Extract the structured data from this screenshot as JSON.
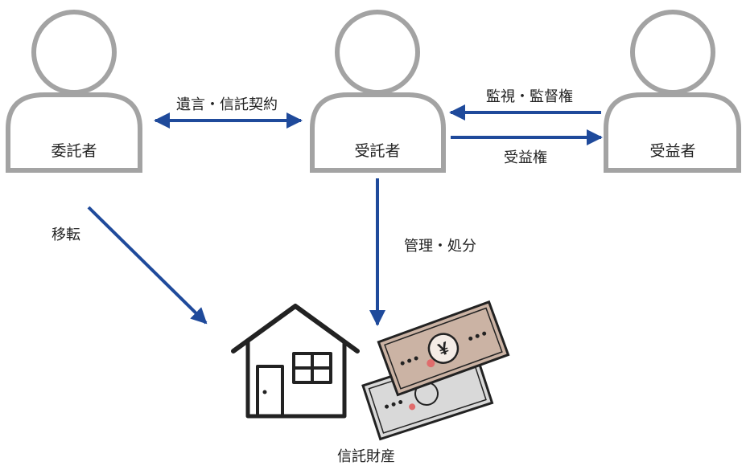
{
  "nodes": {
    "settlor": {
      "label": "委託者"
    },
    "trustee": {
      "label": "受託者"
    },
    "beneficiary": {
      "label": "受益者"
    },
    "trust_property": {
      "label": "信託財産"
    }
  },
  "relations": {
    "settlor_trustee": {
      "label": "遺言・信託契約"
    },
    "beneficiary_to_trustee": {
      "label": "監視・監督権"
    },
    "trustee_to_beneficiary": {
      "label": "受益権"
    },
    "settlor_to_property": {
      "label": "移転"
    },
    "trustee_to_property": {
      "label": "管理・処分"
    }
  },
  "icons": {
    "person": "person-icon",
    "house": "house-icon",
    "banknote": "banknote-icon"
  },
  "banknote_symbol": "¥",
  "colors": {
    "arrow": "#1f4a9b",
    "person_outline": "#a3a3a3",
    "house_line": "#222222",
    "note_front_fill": "#cbb3a4",
    "note_back_fill": "#d9d9d9",
    "note_dot": "#e06c6c"
  }
}
